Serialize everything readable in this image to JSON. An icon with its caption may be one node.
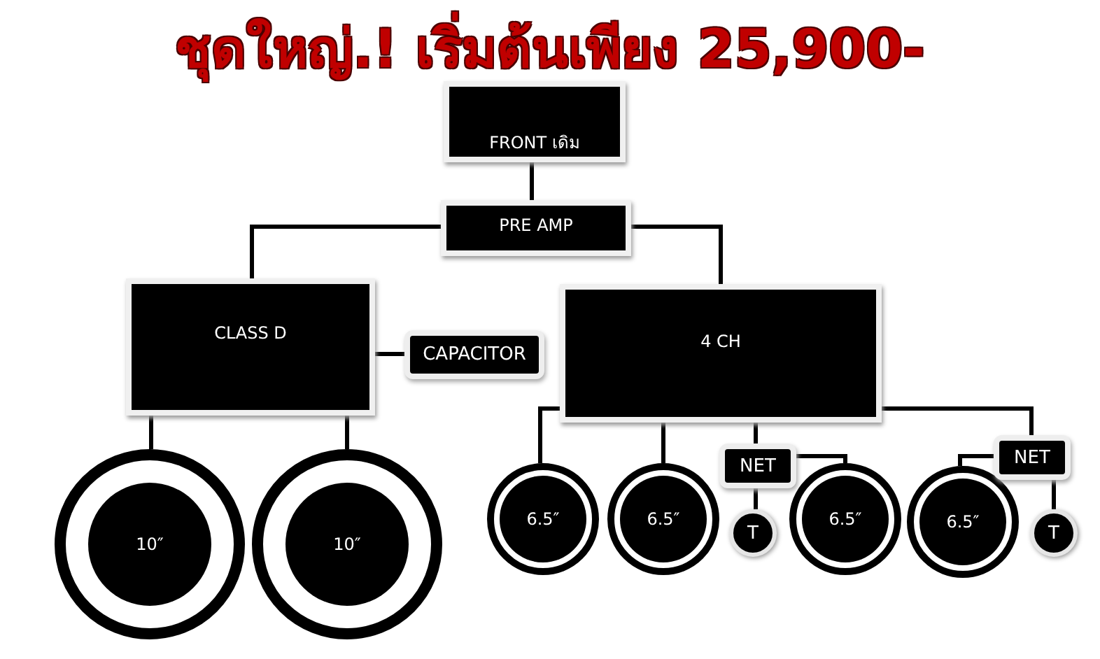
{
  "diagram": {
    "title": "ชุดใหญ่.! เริ่มต้นเพียง 25,900-",
    "nodes": [
      {
        "text": [
          "FRONT เดิม"
        ]
      },
      {
        "text": [
          "PRE AMP"
        ]
      },
      {
        "text": [
          "CLASS D"
        ]
      },
      {
        "text": [
          "CAPACITOR"
        ]
      },
      {
        "text": [
          "4 CH"
        ]
      },
      {
        "text": [
          "10″"
        ]
      },
      {
        "text": [
          "10″"
        ]
      },
      {
        "text": [
          "6.5″"
        ]
      },
      {
        "text": [
          "6.5″"
        ]
      },
      {
        "text": [
          "NET"
        ]
      },
      {
        "text": [
          "T"
        ]
      },
      {
        "text": [
          "6.5″"
        ]
      },
      {
        "text": [
          "6.5″"
        ]
      },
      {
        "text": [
          "NET"
        ]
      },
      {
        "text": [
          "T"
        ]
      }
    ],
    "edges": [
      {
        "from": 0,
        "to": 1,
        "arrow": "none"
      },
      {
        "from": 1,
        "to": 2,
        "arrow": "none"
      },
      {
        "from": 1,
        "to": 4,
        "arrow": "none"
      },
      {
        "from": 2,
        "to": 3,
        "arrow": "none"
      },
      {
        "from": 2,
        "to": 5,
        "arrow": "none"
      },
      {
        "from": 2,
        "to": 6,
        "arrow": "none"
      },
      {
        "from": 4,
        "to": 7,
        "arrow": "none"
      },
      {
        "from": 4,
        "to": 8,
        "arrow": "none"
      },
      {
        "from": 4,
        "to": 9,
        "arrow": "none"
      },
      {
        "from": 9,
        "to": 10,
        "arrow": "none"
      },
      {
        "from": 9,
        "to": 11,
        "arrow": "none"
      },
      {
        "from": 4,
        "to": 13,
        "arrow": "none"
      },
      {
        "from": 13,
        "to": 12,
        "arrow": "none"
      },
      {
        "from": 13,
        "to": 14,
        "arrow": "none"
      }
    ]
  }
}
